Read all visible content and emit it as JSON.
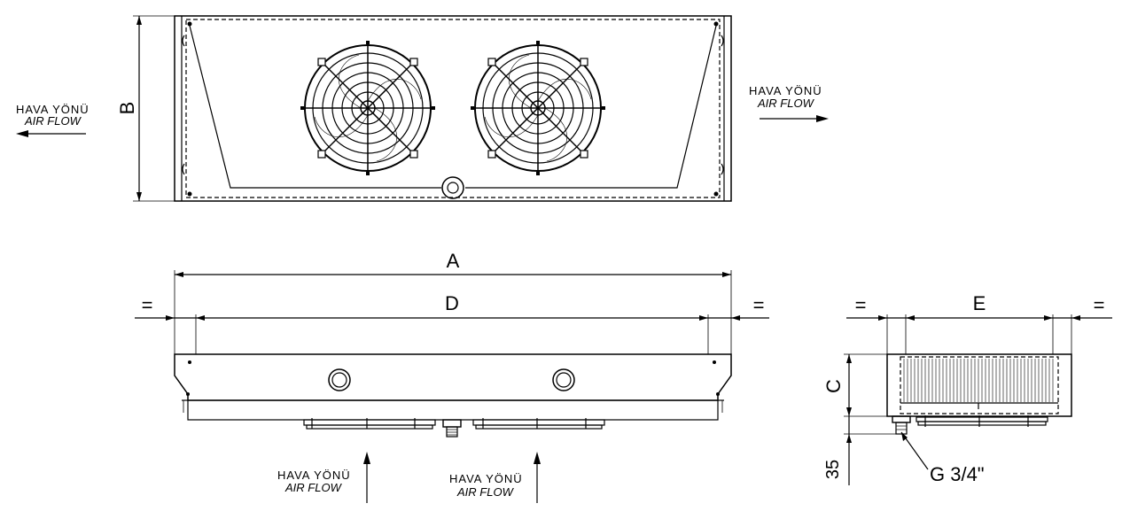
{
  "labels": {
    "air_dir_tr": "HAVA YÖNÜ",
    "air_flow_en": "AIR FLOW",
    "dim_A": "A",
    "dim_B": "B",
    "dim_C": "C",
    "dim_D": "D",
    "dim_E": "E",
    "equal": "=",
    "dim_35": "35",
    "connection": "G 3/4\""
  },
  "colors": {
    "line": "#000000",
    "background": "#ffffff"
  },
  "icons": [
    "arrow-left-icon",
    "arrow-right-icon",
    "arrow-up-icon",
    "fan-guard-icon",
    "drain-connection-icon"
  ]
}
